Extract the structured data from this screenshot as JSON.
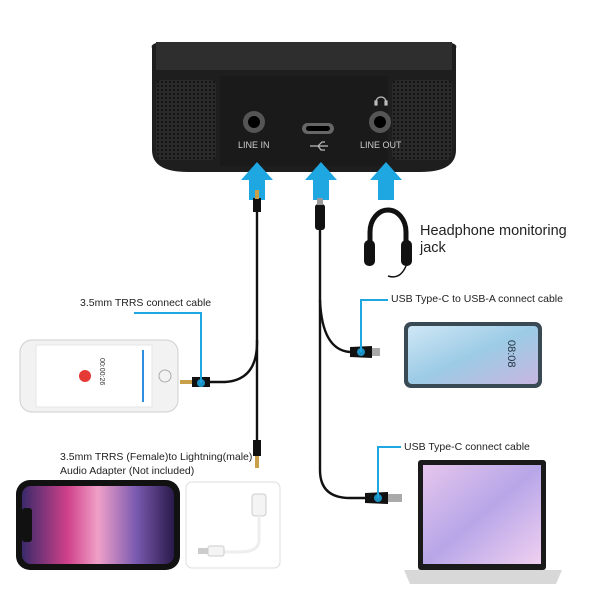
{
  "device": {
    "port_labels": {
      "line_in": "LINE IN",
      "line_out": "LINE OUT"
    },
    "ports": [
      "line-in-jack",
      "usb-c-port",
      "line-out-jack"
    ]
  },
  "callouts": {
    "headphone": "Headphone monitoring jack",
    "trrs_cable": "3.5mm TRRS connect cable",
    "usb_c_to_a": "USB Type-C to USB-A connect cable",
    "usb_c": "USB Type-C connect cable",
    "adapter_line1": "3.5mm TRRS (Female)to Lightning(male)",
    "adapter_line2": "Audio Adapter (Not included)"
  },
  "screens": {
    "android_clock": "08:08",
    "recorder_timer": "00:00:26"
  },
  "colors": {
    "accent": "#1ea7e1",
    "device": "#1e1e1e",
    "cable": "#111111"
  }
}
